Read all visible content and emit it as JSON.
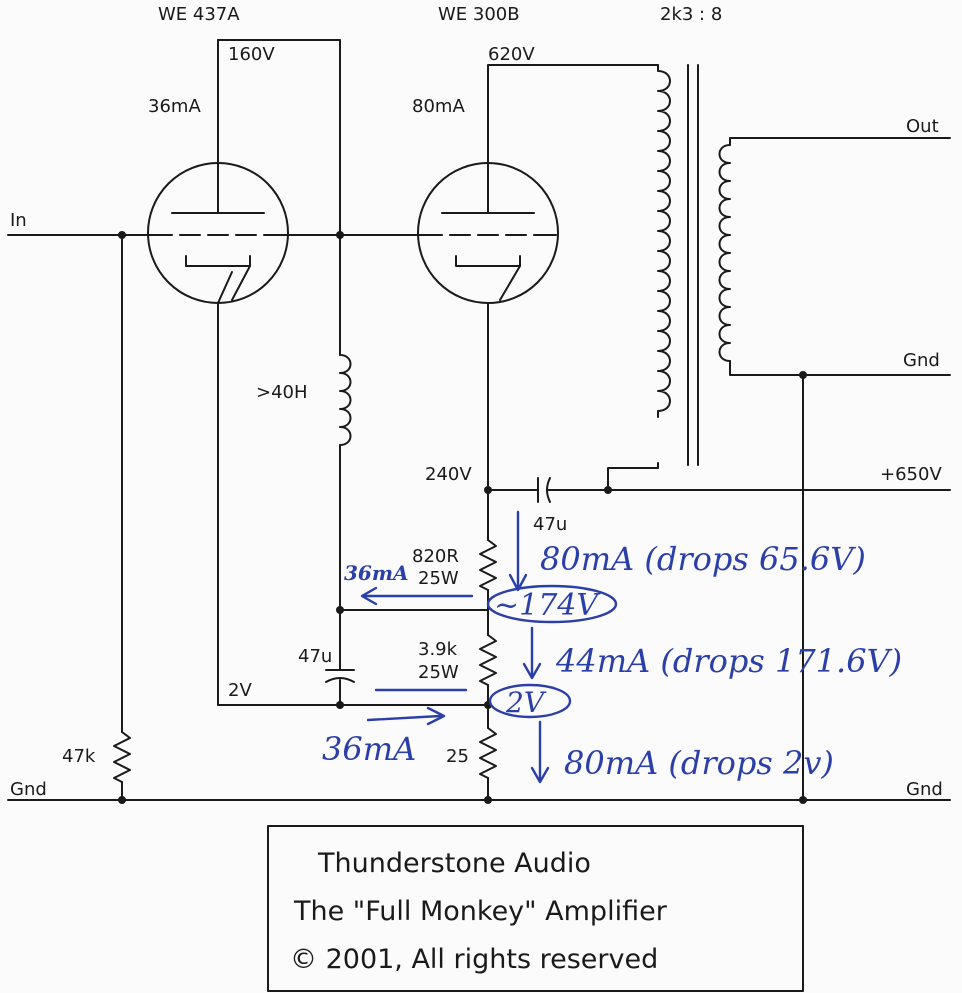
{
  "tubes": {
    "driver_type": "WE 437A",
    "output_type": "WE 300B",
    "transformer_ratio": "2k3 : 8"
  },
  "voltages": {
    "driver_plate": "160V",
    "output_plate": "620V",
    "output_cathode": "240V",
    "supply": "+650V",
    "driver_cathode": "2V"
  },
  "currents": {
    "driver": "36mA",
    "output": "80mA"
  },
  "components": {
    "choke": ">40H",
    "coupling_cap": "47u",
    "r1_value": "820R",
    "r1_power": "25W",
    "r2_value": "3.9k",
    "r2_power": "25W",
    "bypass_cap": "47u",
    "r3_value": "25",
    "grid_resistor": "47k"
  },
  "terminals": {
    "input": "In",
    "output": "Out",
    "ground_left": "Gnd",
    "ground_right": "Gnd",
    "secondary_ground": "Gnd"
  },
  "annotations": {
    "a1": "80mA (drops 65.6V)",
    "a2": "~174V",
    "a3": "36mA",
    "a4": "44mA (drops 171.6V)",
    "a5": "2V",
    "a6": "36mA",
    "a7": "80mA (drops 2v)"
  },
  "title_block": {
    "line1": "Thunderstone Audio",
    "line2": "The \"Full Monkey\" Amplifier",
    "line3": "© 2001, All rights reserved"
  }
}
